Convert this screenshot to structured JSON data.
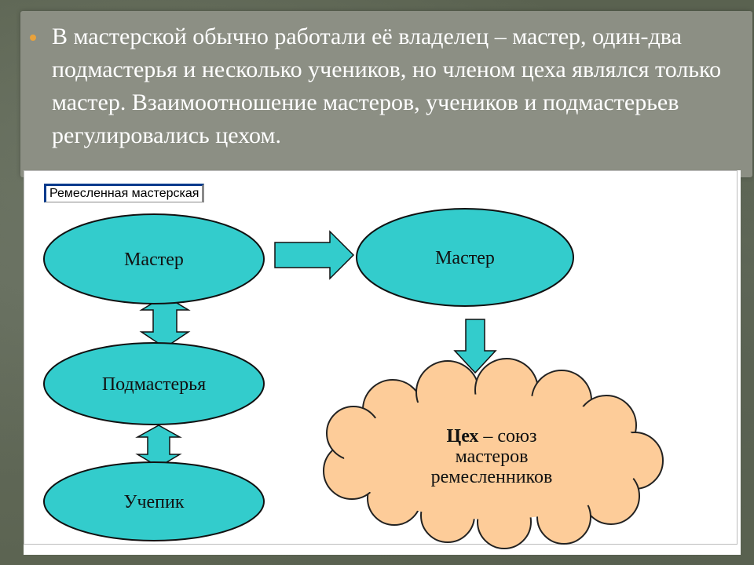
{
  "slide": {
    "bullet_text": "В мастерской обычно работали её владелец – мастер, один-два подмастерья и несколько учеников, но членом цеха являлся только мастер. Взаимоотношение мастеров, учеников и подмастерьев регулировались цехом."
  },
  "diagram": {
    "title": "Ремесленная мастерская",
    "nodes": {
      "master_left": "Мастер",
      "apprentice_journeyman": "Подмастерья",
      "student": "Учепик",
      "master_right": "Мастер",
      "guild_bold": "Цех",
      "guild_line1_rest": " – союз",
      "guild_line2": "мастеров",
      "guild_line3": "ремесленников"
    },
    "colors": {
      "ellipse_fill": "#33cccc",
      "cloud_fill": "#fdcc99",
      "arrow_fill": "#33cccc",
      "bullet": "#e9a23b"
    }
  }
}
